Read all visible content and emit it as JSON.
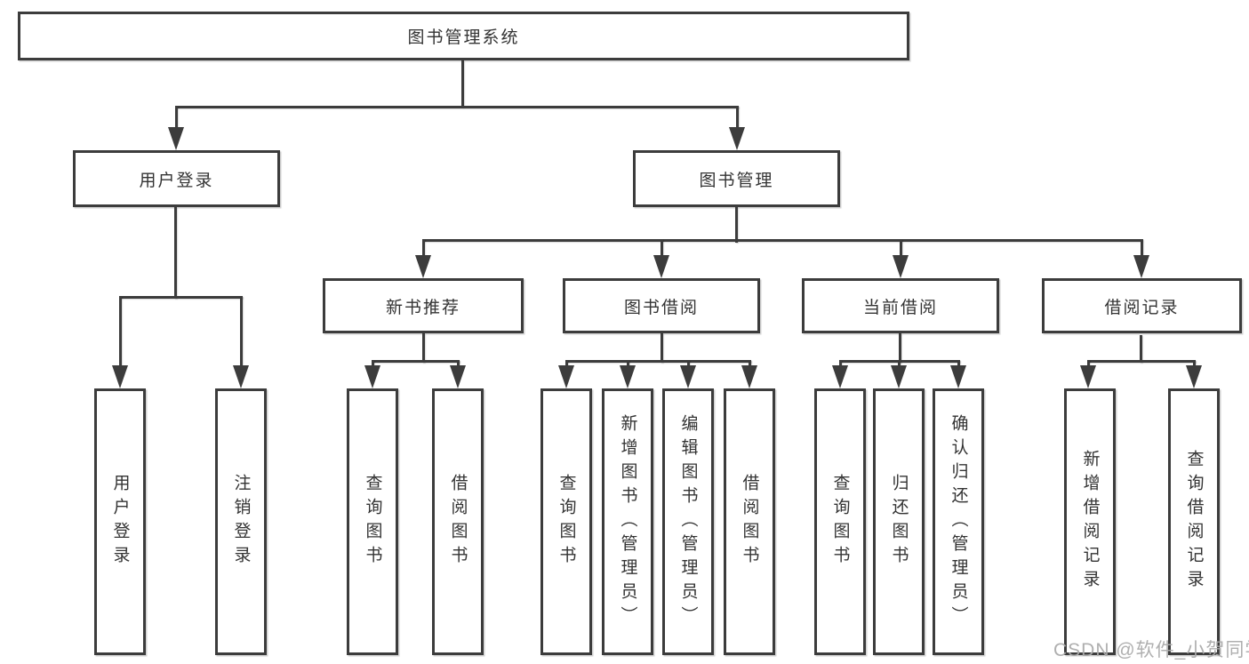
{
  "diagram": {
    "type": "function-structure-tree",
    "root": "图书管理系统",
    "level2": [
      "用户登录",
      "图书管理"
    ],
    "level3": [
      "新书推荐",
      "图书借阅",
      "当前借阅",
      "借阅记录"
    ],
    "leaves": {
      "userLogin": [
        "用户登录",
        "注销登录"
      ],
      "newBook": [
        "查询图书",
        "借阅图书"
      ],
      "bookBorrow": [
        "查询图书",
        "新增图书（管理员）",
        "编辑图书（管理员）",
        "借阅图书"
      ],
      "currentBorrow": [
        "查询图书",
        "归还图书",
        "确认归还（管理员）"
      ],
      "borrowRecord": [
        "新增借阅记录",
        "查询借阅记录"
      ]
    },
    "colors": {
      "line": "#3c3c3c",
      "text": "#333333",
      "background": "#ffffff",
      "watermark": "#ababab"
    },
    "watermark": "CSDN @软件_小贺同学"
  }
}
